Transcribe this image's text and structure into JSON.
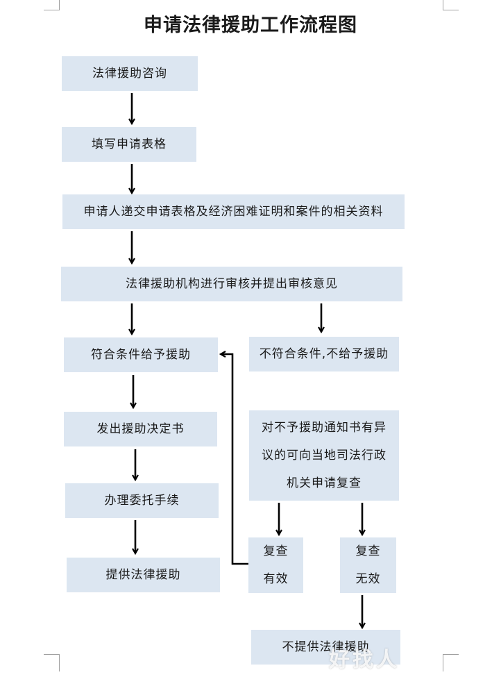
{
  "title": "申请法律援助工作流程图",
  "boxes": {
    "consult": "法律援助咨询",
    "fill_form": "填写申请表格",
    "submit": "申请人递交申请表格及经济困难证明和案件的相关资料",
    "review": "法律援助机构进行审核并提出审核意见",
    "eligible": "符合条件给予援助",
    "ineligible": "不符合条件,不给予援助",
    "decision": "发出援助决定书",
    "objection": [
      "对不予援助通知书有异",
      "议的可向当地司法行政",
      "机关申请复查"
    ],
    "entrust": "办理委托手续",
    "provide": "提供法律援助",
    "recheck_valid": [
      "复查",
      "有效"
    ],
    "recheck_invalid": [
      "复查",
      "无效"
    ],
    "no_aid": "不提供法律援助"
  },
  "colors": {
    "box_fill": "#dce6f1",
    "arrow": "#000000"
  },
  "watermark": "好找人"
}
